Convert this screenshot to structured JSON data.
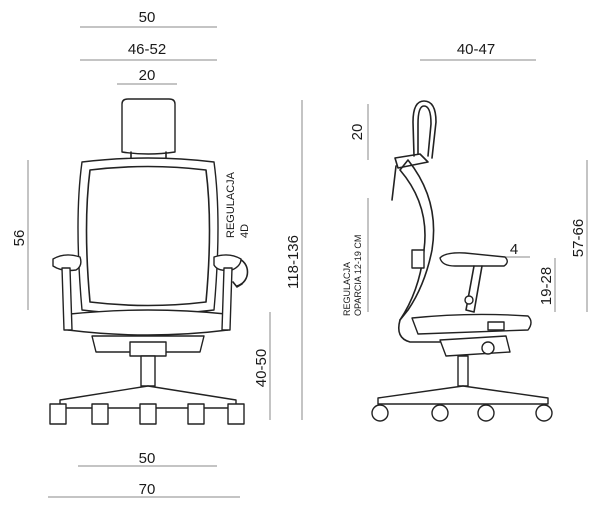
{
  "front_view": {
    "top_widths": [
      "50",
      "46-52",
      "20"
    ],
    "backrest_height": "56",
    "adjustment_label": "REGULACJA",
    "adjustment_value": "4D",
    "total_height": "118-136",
    "seat_height": "40-50",
    "bottom_widths": [
      "50",
      "70"
    ]
  },
  "side_view": {
    "depth": "40-47",
    "headrest_adjust": "20",
    "backrest_adjust_label": "REGULACJA",
    "backrest_adjust_value": "OPARCIA 12-19 CM",
    "armrest_adjust": "4",
    "armrest_height": "19-28",
    "backrest_top_height": "57-66"
  }
}
